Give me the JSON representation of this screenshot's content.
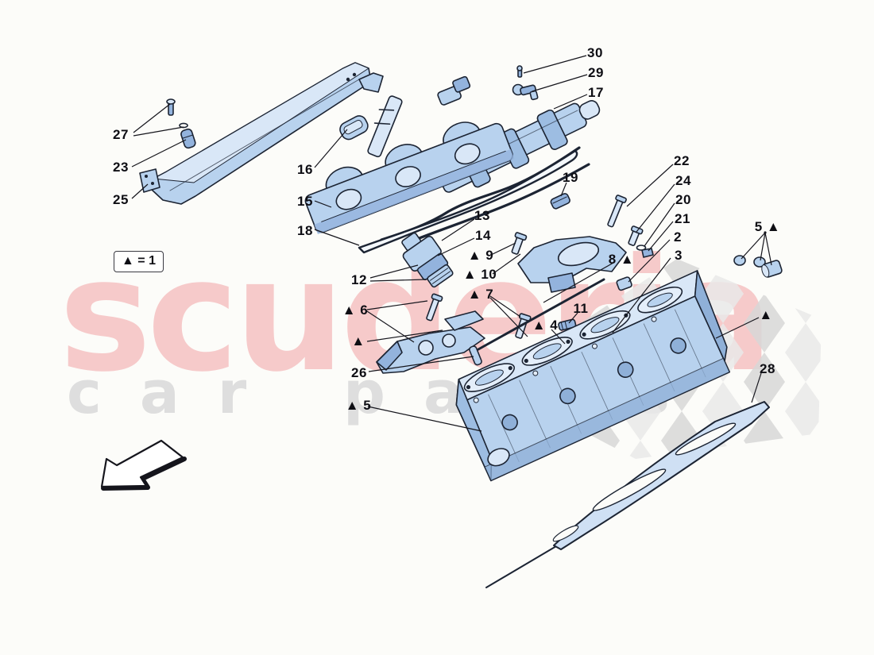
{
  "legend": {
    "text": "▲ = 1"
  },
  "watermark": {
    "line1": "scuderia",
    "line2": "car parts"
  },
  "callouts": {
    "c27": "27",
    "c23": "23",
    "c25": "25",
    "c16": "16",
    "c15": "15",
    "c18": "18",
    "c12": "12",
    "c6": "▲ 6",
    "triL": "▲",
    "c26": "26",
    "c5L": "▲ 5",
    "c13": "13",
    "c14": "14",
    "c9": "▲ 9",
    "c10": "▲ 10",
    "c7": "▲ 7",
    "c4": "▲ 4",
    "c11": "11",
    "c8": "8 ▲",
    "c19": "19",
    "c22": "22",
    "c24": "24",
    "c20": "20",
    "c21": "21",
    "c2": "2",
    "c3": "3",
    "c30": "30",
    "c29": "29",
    "c17": "17",
    "c5R": "5 ▲",
    "triR": "▲",
    "c28": "28"
  }
}
